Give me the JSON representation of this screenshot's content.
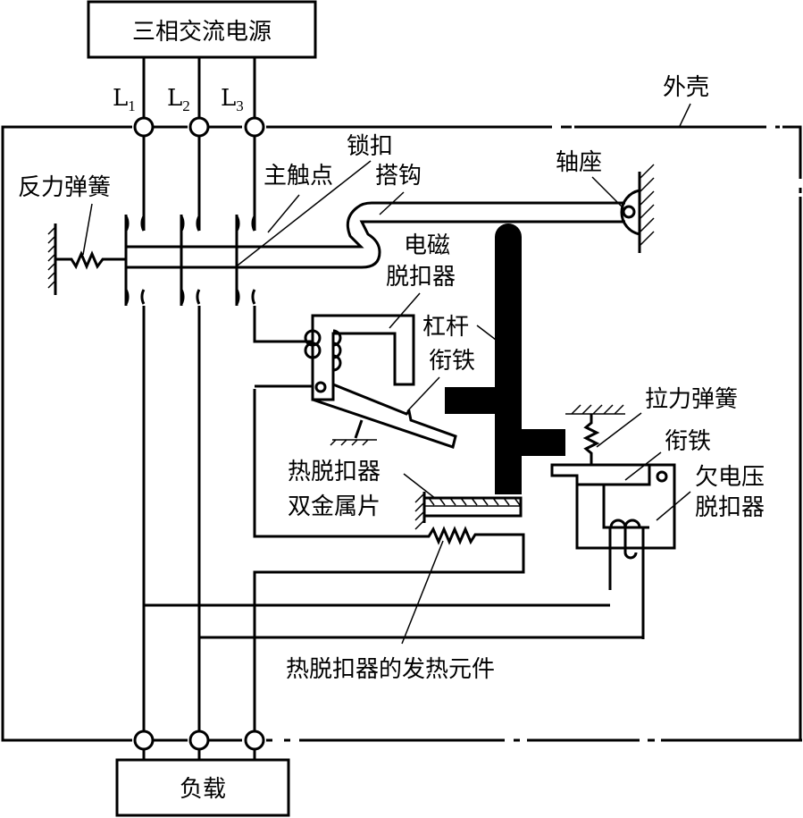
{
  "diagram": {
    "type": "circuit-breaker-structure",
    "labels": {
      "power_source": "三相交流电源",
      "phases": [
        {
          "letter": "L",
          "index": "1"
        },
        {
          "letter": "L",
          "index": "2"
        },
        {
          "letter": "L",
          "index": "3"
        }
      ],
      "enclosure": "外壳",
      "latch": "锁扣",
      "main_contact": "主触点",
      "hook": "搭钩",
      "pivot_seat": "轴座",
      "reaction_spring": "反力弹簧",
      "em_release_line1": "电磁",
      "em_release_line2": "脱扣器",
      "lever": "杠杆",
      "armature_em": "衔铁",
      "tension_spring": "拉力弹簧",
      "armature_uv": "衔铁",
      "uv_release_line1": "欠电压",
      "uv_release_line2": "脱扣器",
      "thermal_line1": "热脱扣器",
      "thermal_line2": "双金属片",
      "heating_element": "热脱扣器的发热元件",
      "load": "负载"
    }
  }
}
